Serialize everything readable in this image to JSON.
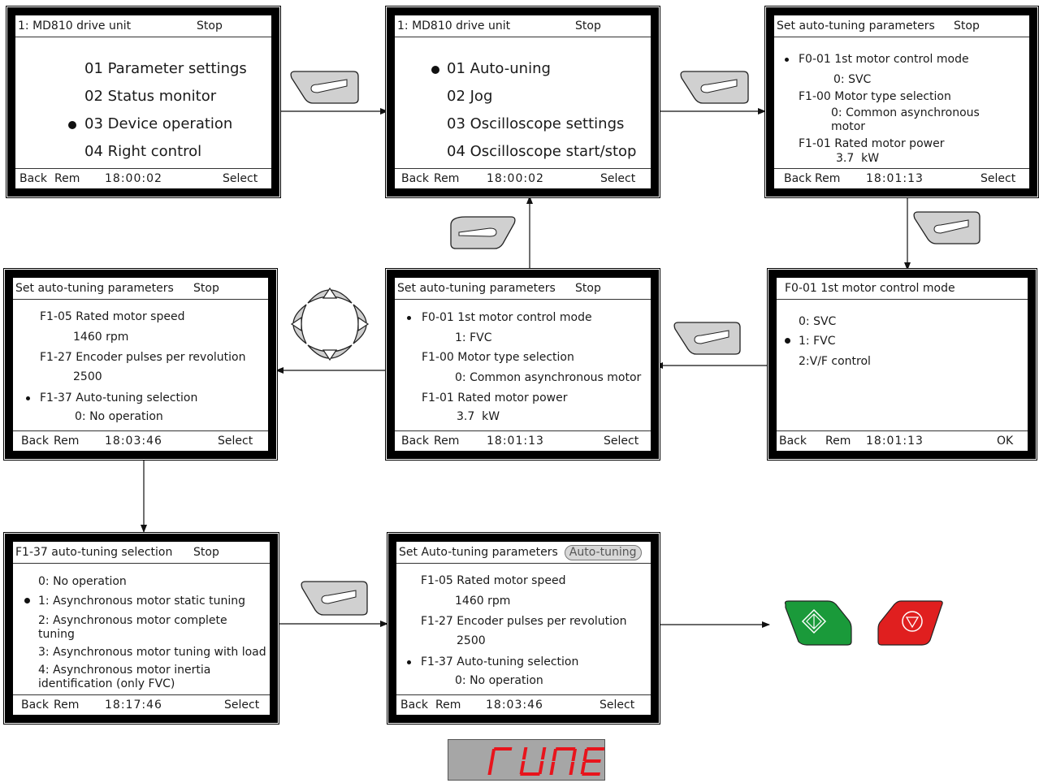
{
  "common": {
    "back": "Back",
    "rem": "Rem",
    "select": "Select",
    "ok": "OK"
  },
  "screens": {
    "s1": {
      "title": "1: MD810 drive unit",
      "status": "Stop",
      "items": [
        "01 Parameter settings",
        "02 Status monitor",
        "03 Device operation",
        "04 Right control"
      ],
      "time": "18:00:02"
    },
    "s2": {
      "title": "1: MD810 drive unit",
      "status": "Stop",
      "items": [
        "01 Auto-uning",
        "02 Jog",
        "03 Oscilloscope settings",
        "04 Oscilloscope start/stop"
      ],
      "time": "18:00:02"
    },
    "s3": {
      "title": "Set auto-tuning parameters",
      "status": "Stop",
      "lines": [
        "F0-01 1st motor control mode",
        "0: SVC",
        "F1-00 Motor type selection",
        "0: Common asynchronous",
        "motor",
        "F1-01 Rated motor power",
        "3.7  kW"
      ],
      "time": "18:01:13"
    },
    "s4": {
      "title": "Set auto-tuning parameters",
      "status": "Stop",
      "lines": [
        "F1-05 Rated motor speed",
        "1460 rpm",
        "F1-27 Encoder pulses per revolution",
        "2500",
        "F1-37 Auto-tuning selection",
        "0: No operation"
      ],
      "time": "18:03:46"
    },
    "s5": {
      "title": "Set auto-tuning parameters",
      "status": "Stop",
      "lines": [
        "F0-01 1st motor control mode",
        "1: FVC",
        "F1-00 Motor type selection",
        "0: Common asynchronous motor",
        "F1-01 Rated motor power",
        "3.7  kW"
      ],
      "time": "18:01:13"
    },
    "s6": {
      "title": "F0-01  1st motor control mode",
      "items": [
        "0: SVC",
        "1: FVC",
        "2:V/F control"
      ],
      "time": "18:01:13"
    },
    "s7": {
      "title": "F1-37 auto-tuning selection",
      "status": "Stop",
      "lines": [
        "0: No operation",
        "1: Asynchronous motor static tuning",
        "2: Asynchronous motor complete",
        "tuning",
        "3: Asynchronous motor tuning with load",
        "4: Asynchronous motor inertia",
        "identification (only FVC)"
      ],
      "time": "18:17:46"
    },
    "s8": {
      "title": "Set Auto-tuning parameters",
      "status": "Auto-tuning",
      "lines": [
        "F1-05 Rated motor speed",
        "1460 rpm",
        "F1-27 Encoder pulses per revolution",
        "2500",
        "F1-37 Auto-tuning selection",
        "0: No operation"
      ],
      "time": "18:03:46"
    }
  },
  "display": {
    "text": "rUNE",
    "digit_color": "#e8141c",
    "background": "#a6a6a6"
  },
  "colors": {
    "run_key": "#1a9a3a",
    "stop_key": "#e01f1f",
    "key_gray": "#d0d0d0"
  },
  "icons": [
    "enter-key-icon",
    "navigation-keypad-icon",
    "run-key-icon",
    "stop-key-icon"
  ]
}
